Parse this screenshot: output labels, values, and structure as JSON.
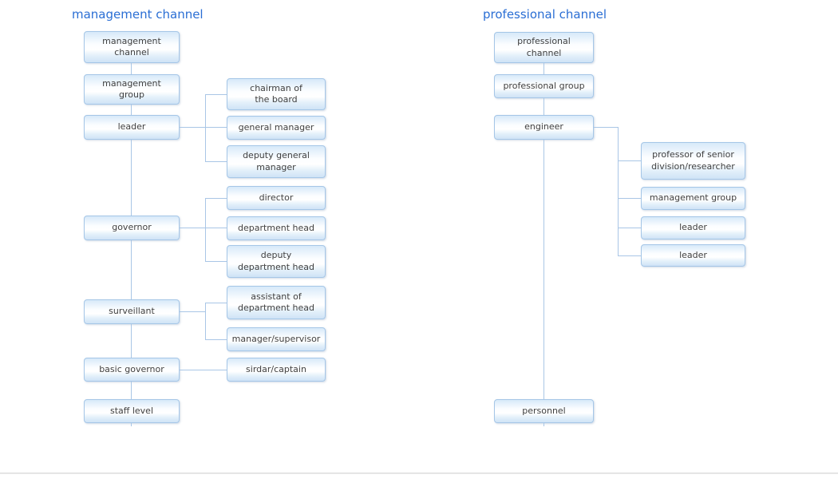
{
  "colors": {
    "title_blue": "#2a6ed4",
    "node_border": "#a5c6e7",
    "node_fill_top": "#d7e9f9",
    "node_fill_bottom": "#cfe3f6",
    "node_text": "#404040",
    "connector": "#a9c6e6",
    "separator": "#d9d9d9"
  },
  "left_chart": {
    "title": "management channel",
    "chain": [
      {
        "label": "management\nchannel"
      },
      {
        "label": "management\ngroup"
      },
      {
        "label": "leader"
      },
      {
        "label": "governor"
      },
      {
        "label": "surveillant"
      },
      {
        "label": "basic governor"
      },
      {
        "label": "staff level"
      }
    ],
    "branches": [
      {
        "label": "chairman of\nthe board",
        "parent": "leader"
      },
      {
        "label": "general manager",
        "parent": "leader"
      },
      {
        "label": "deputy general\nmanager",
        "parent": "leader"
      },
      {
        "label": "director",
        "parent": "governor"
      },
      {
        "label": "department head",
        "parent": "governor"
      },
      {
        "label": "deputy\ndepartment head",
        "parent": "governor"
      },
      {
        "label": "assistant of\ndepartment head",
        "parent": "surveillant"
      },
      {
        "label": "manager/supervisor",
        "parent": "surveillant"
      },
      {
        "label": "sirdar/captain",
        "parent": "basic governor"
      }
    ]
  },
  "right_chart": {
    "title": "professional channel",
    "chain": [
      {
        "label": "professional\nchannel"
      },
      {
        "label": "professional group"
      },
      {
        "label": "engineer"
      },
      {
        "label": "personnel"
      }
    ],
    "branches": [
      {
        "label": "professor of senior\ndivision/researcher",
        "parent": "engineer"
      },
      {
        "label": "management group",
        "parent": "engineer"
      },
      {
        "label": "leader",
        "parent": "engineer"
      },
      {
        "label": "leader",
        "parent": "engineer"
      }
    ]
  }
}
